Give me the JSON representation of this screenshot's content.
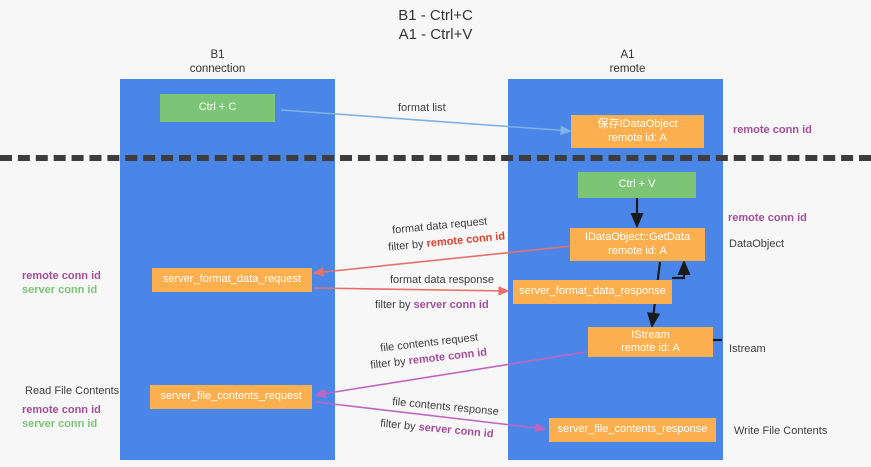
{
  "title": {
    "line1": "B1 - Ctrl+C",
    "line2": "A1 - Ctrl+V"
  },
  "columns": [
    {
      "name": "B1",
      "sub": "connection"
    },
    {
      "name": "A1",
      "sub": "remote"
    }
  ],
  "nodes": {
    "ctrl_c": "Ctrl + C",
    "ctrl_v": "Ctrl + V",
    "save_idataobject_l1": "保存IDataObject",
    "save_idataobject_l2": "remote id: A",
    "getdata_l1": "IDataObject::GetData",
    "getdata_l2": "remote id: A",
    "istream_l1": "IStream",
    "istream_l2": "remote id: A",
    "server_format_data_request": "server_format_data_request",
    "server_format_data_response": "server_format_data_response",
    "server_file_contents_request": "server_file_contents_request",
    "server_file_contents_response": "server_file_contents_response"
  },
  "edge_labels": {
    "format_list": "format list",
    "format_data_request": "format data request",
    "format_data_request_filter_prefix": "filter by ",
    "format_data_request_filter_key": "remote conn id",
    "format_data_response": "format data response",
    "format_data_response_filter_prefix": "filter by ",
    "format_data_response_filter_key": "server conn id",
    "file_contents_request": "file contents request",
    "file_contents_request_filter_prefix": "filter by ",
    "file_contents_request_filter_key": "remote conn id",
    "file_contents_response": "file contents response",
    "file_contents_response_filter_prefix": "filter by ",
    "file_contents_response_filter_key": "server conn id"
  },
  "annotations": {
    "right_remote_conn_id_top": "remote conn id",
    "right_remote_conn_id_mid": "remote conn id",
    "right_dataobject": "DataObject",
    "right_istream": "Istream",
    "right_write_file_contents": "Write File Contents",
    "left_remote_conn_id_mid": "remote conn id",
    "left_server_conn_id_mid": "server conn id",
    "left_read_file_contents": "Read File Contents",
    "left_remote_conn_id_bot": "remote conn id",
    "left_server_conn_id_bot": "server conn id"
  },
  "colors": {
    "lane": "#4a86e8",
    "node_green": "#7cc576",
    "node_orange": "#fbaf4f",
    "purple": "#a64d9a",
    "green_text": "#7cc576",
    "arrow_blue": "#7fb2e5",
    "arrow_red": "#e8706a",
    "arrow_magenta": "#c064c0",
    "arrow_black": "#1a1a1a",
    "dashed": "#3d3d3d",
    "background": "#f7f7f7"
  }
}
